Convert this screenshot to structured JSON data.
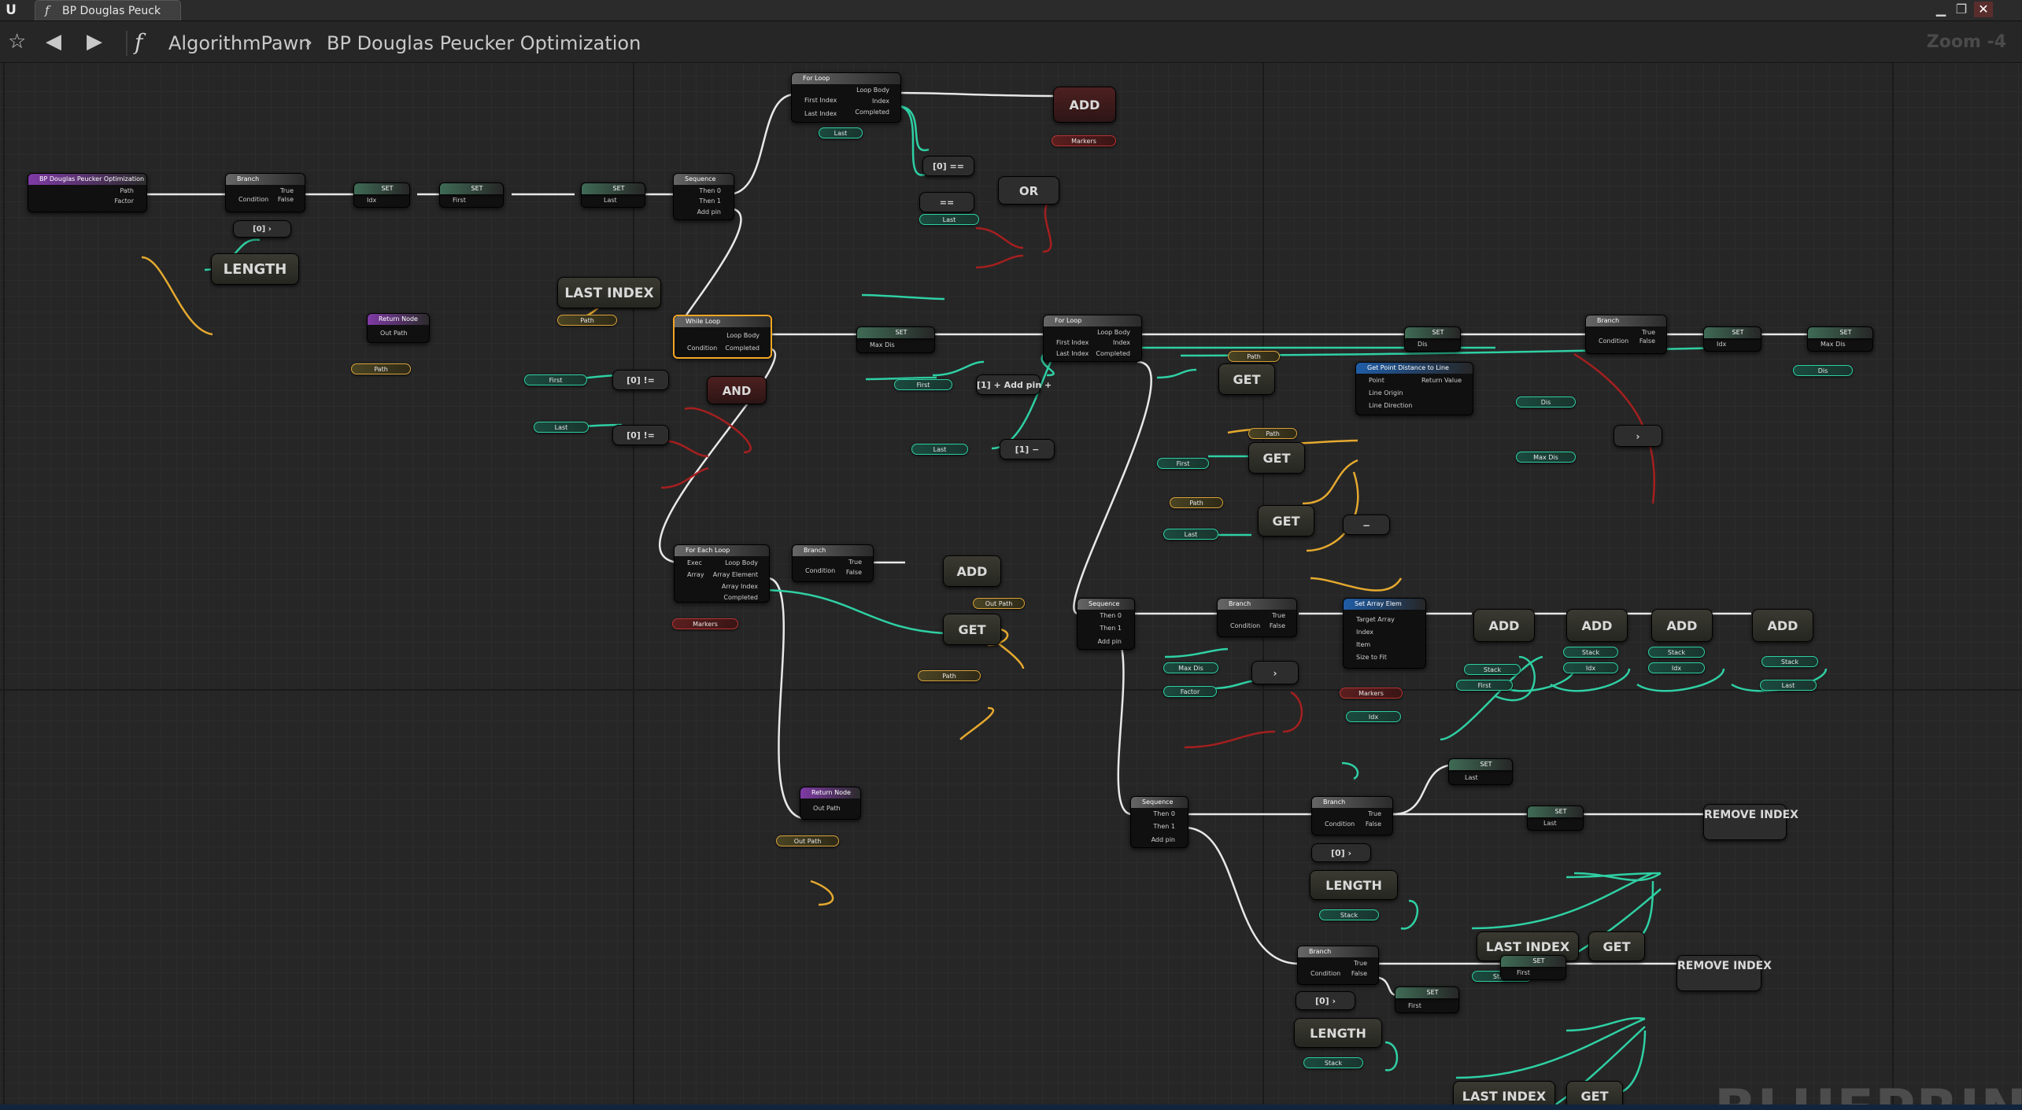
{
  "window": {
    "tab_icon": "function-icon",
    "tab_title": "BP Douglas Peuck",
    "buttons": [
      "minimize-icon",
      "restore-icon",
      "close-icon"
    ]
  },
  "toolbar": {
    "breadcrumb": [
      "AlgorithmPawn",
      "BP Douglas Peucker Optimization"
    ],
    "zoom": "Zoom -4"
  },
  "graph": {
    "watermark": "BLUEPRINT",
    "nodes": {
      "entry": {
        "title": "BP Douglas Peucker Optimization",
        "pins": [
          "Path",
          "Factor"
        ]
      },
      "branch1": {
        "title": "Branch",
        "pins": [
          "Condition",
          "True",
          "False"
        ]
      },
      "return1": {
        "title": "Return Node",
        "pins": [
          "Out Path"
        ]
      },
      "set_idx": {
        "title": "SET",
        "pins": [
          "Idx"
        ]
      },
      "set_first": {
        "title": "SET",
        "pins": [
          "First"
        ]
      },
      "set_last": {
        "title": "SET",
        "pins": [
          "Last"
        ]
      },
      "seq1": {
        "title": "Sequence",
        "pins": [
          "Then 0",
          "Then 1",
          "Add pin"
        ]
      },
      "forloop1": {
        "title": "For Loop",
        "pins": [
          "First Index",
          "Last Index",
          "Loop Body",
          "Index",
          "Completed"
        ]
      },
      "while": {
        "title": "While Loop",
        "pins": [
          "Condition",
          "Loop Body",
          "Completed"
        ]
      },
      "set_maxdis": {
        "title": "SET",
        "pins": [
          "Max Dis"
        ]
      },
      "forloop2": {
        "title": "For Loop",
        "pins": [
          "First Index",
          "Last Index",
          "Loop Body",
          "Index",
          "Completed"
        ]
      },
      "getdist": {
        "title": "Get Point Distance to Line",
        "pins": [
          "Point",
          "Line Origin",
          "Line Direction",
          "Return Value"
        ]
      },
      "set_dis": {
        "title": "SET",
        "pins": [
          "Dis"
        ]
      },
      "branch_dis": {
        "title": "Branch",
        "pins": [
          "Condition",
          "True",
          "False"
        ]
      },
      "set_idx2": {
        "title": "SET",
        "pins": [
          "Idx"
        ]
      },
      "set_maxdis2": {
        "title": "SET",
        "pins": [
          "Max Dis"
        ]
      },
      "foreach": {
        "title": "For Each Loop",
        "pins": [
          "Exec",
          "Array",
          "Loop Body",
          "Array Element",
          "Array Index",
          "Completed"
        ]
      },
      "branch_fe": {
        "title": "Branch",
        "pins": [
          "Condition",
          "True",
          "False"
        ]
      },
      "return2": {
        "title": "Return Node",
        "pins": [
          "Out Path"
        ]
      },
      "seq2": {
        "title": "Sequence",
        "pins": [
          "Then 0",
          "Then 1",
          "Add pin"
        ]
      },
      "branch_factor": {
        "title": "Branch",
        "pins": [
          "Condition",
          "True",
          "False"
        ]
      },
      "setarray": {
        "title": "Set Array Elem",
        "pins": [
          "Target Array",
          "Index",
          "Item",
          "Size to Fit"
        ]
      },
      "seq3": {
        "title": "Sequence",
        "pins": [
          "Then 0",
          "Then 1",
          "Add pin"
        ]
      },
      "branch_a": {
        "title": "Branch",
        "pins": [
          "Condition",
          "True",
          "False"
        ]
      },
      "set_last2": {
        "title": "SET",
        "pins": [
          "Last"
        ]
      },
      "set_last3": {
        "title": "SET",
        "pins": [
          "Last"
        ]
      },
      "branch_b": {
        "title": "Branch",
        "pins": [
          "Condition",
          "True",
          "False"
        ]
      },
      "set_first2": {
        "title": "SET",
        "pins": [
          "First"
        ]
      },
      "set_first3": {
        "title": "SET",
        "pins": [
          "First"
        ]
      }
    },
    "ops": {
      "length": "LENGTH",
      "last_index": "LAST INDEX",
      "add": "ADD",
      "get": "GET",
      "and": "AND",
      "or": "OR",
      "remove_index": "REMOVE INDEX",
      "add_pin": "Add pin"
    },
    "vars": {
      "path": "Path",
      "first": "First",
      "last": "Last",
      "markers": "Markers",
      "dis": "Dis",
      "max_dis": "Max Dis",
      "factor": "Factor",
      "stack": "Stack",
      "idx": "Idx",
      "out_path": "Out Path"
    }
  }
}
